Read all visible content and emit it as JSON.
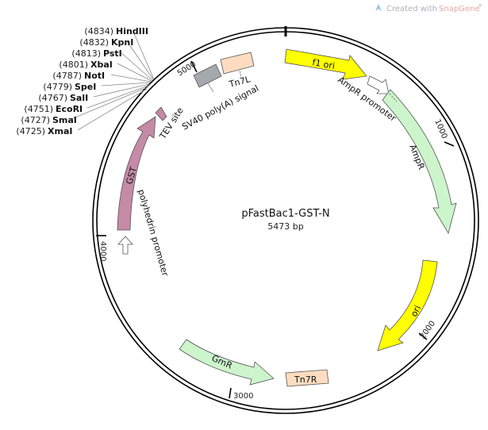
{
  "watermark": {
    "prefix": "Created with ",
    "brand": "SnapGene",
    "mark": "®"
  },
  "plasmid": {
    "name": "pFastBac1-GST-N",
    "size": "5473 bp"
  },
  "tick_labels": [
    "5000",
    "1000",
    "2000",
    "3000",
    "4000"
  ],
  "features": {
    "f1_ori": "f1 ori",
    "ampr_promoter": "AmpR promoter",
    "ampr": "AmpR",
    "ori": "ori",
    "tn7r": "Tn7R",
    "gmr": "GmR",
    "polyhedrin_promoter": "polyhedrin promoter",
    "gst": "GST",
    "tev_site": "TEV site",
    "sv40": "SV40 poly(A) signal",
    "tn7l": "Tn7L"
  },
  "restriction_sites": [
    {
      "pos": "(4834)",
      "name": "HindIII"
    },
    {
      "pos": "(4832)",
      "name": "KpnI"
    },
    {
      "pos": "(4813)",
      "name": "PstI"
    },
    {
      "pos": "(4801)",
      "name": "XbaI"
    },
    {
      "pos": "(4787)",
      "name": "NotI"
    },
    {
      "pos": "(4779)",
      "name": "SpeI"
    },
    {
      "pos": "(4767)",
      "name": "SalI"
    },
    {
      "pos": "(4751)",
      "name": "EcoRI"
    },
    {
      "pos": "(4727)",
      "name": "SmaI"
    },
    {
      "pos": "(4725)",
      "name": "XmaI"
    }
  ],
  "colors": {
    "ori_yellow": "#ffff00",
    "ampr_green": "#ccf5cc",
    "gmr_green": "#ccf5cc",
    "gst_mauve": "#c48aa6",
    "tn7_peach": "#ffdcc0",
    "sv40_gray": "#a5a9ae",
    "promoter_white": "#ffffff"
  }
}
